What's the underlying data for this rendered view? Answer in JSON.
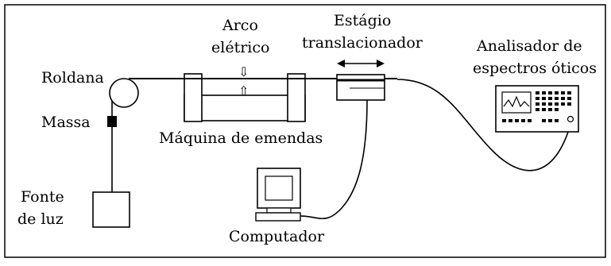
{
  "labels": {
    "arc_line1": "Arco",
    "arc_line2": "elétrico",
    "stage_line1": "Estágio",
    "stage_line2": "translacionador",
    "analyzer_line1": "Analisador de",
    "analyzer_line2": "espectros óticos",
    "pulley": "Roldana",
    "mass": "Massa",
    "splicer": "Máquina de emendas",
    "source_line1": "Fonte",
    "source_line2": "de luz",
    "computer": "Computador"
  },
  "icons": {
    "arc_down": "⇩",
    "arc_up": "⇧"
  },
  "colors": {
    "stroke": "#000000",
    "screen_fill": "#cfcfcf"
  }
}
